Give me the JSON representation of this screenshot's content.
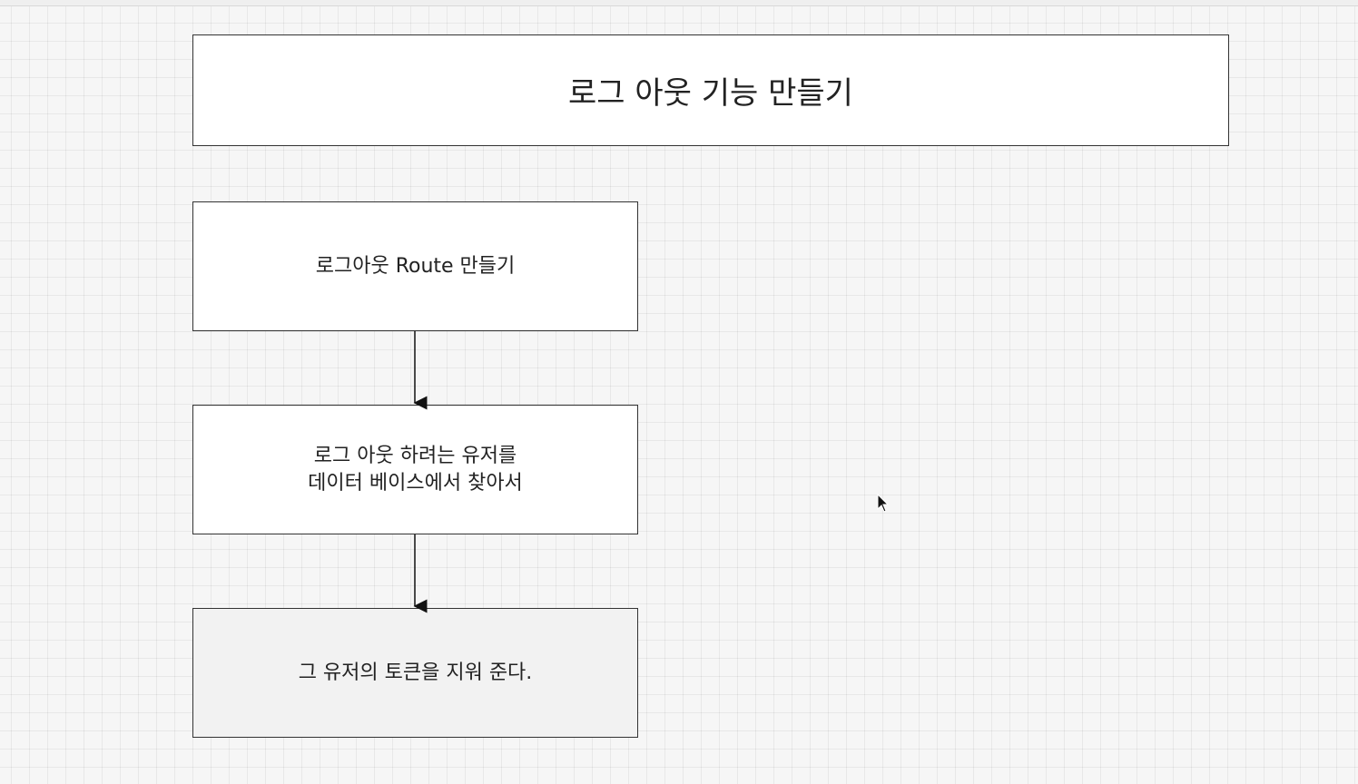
{
  "diagram": {
    "title": "로그 아웃 기능 만들기",
    "steps": [
      {
        "text": "로그아웃 Route 만들기"
      },
      {
        "text": "로그 아웃 하려는 유저를\n데이터 베이스에서 찾아서"
      },
      {
        "text": "그 유저의 토큰을 지워 준다."
      }
    ]
  }
}
